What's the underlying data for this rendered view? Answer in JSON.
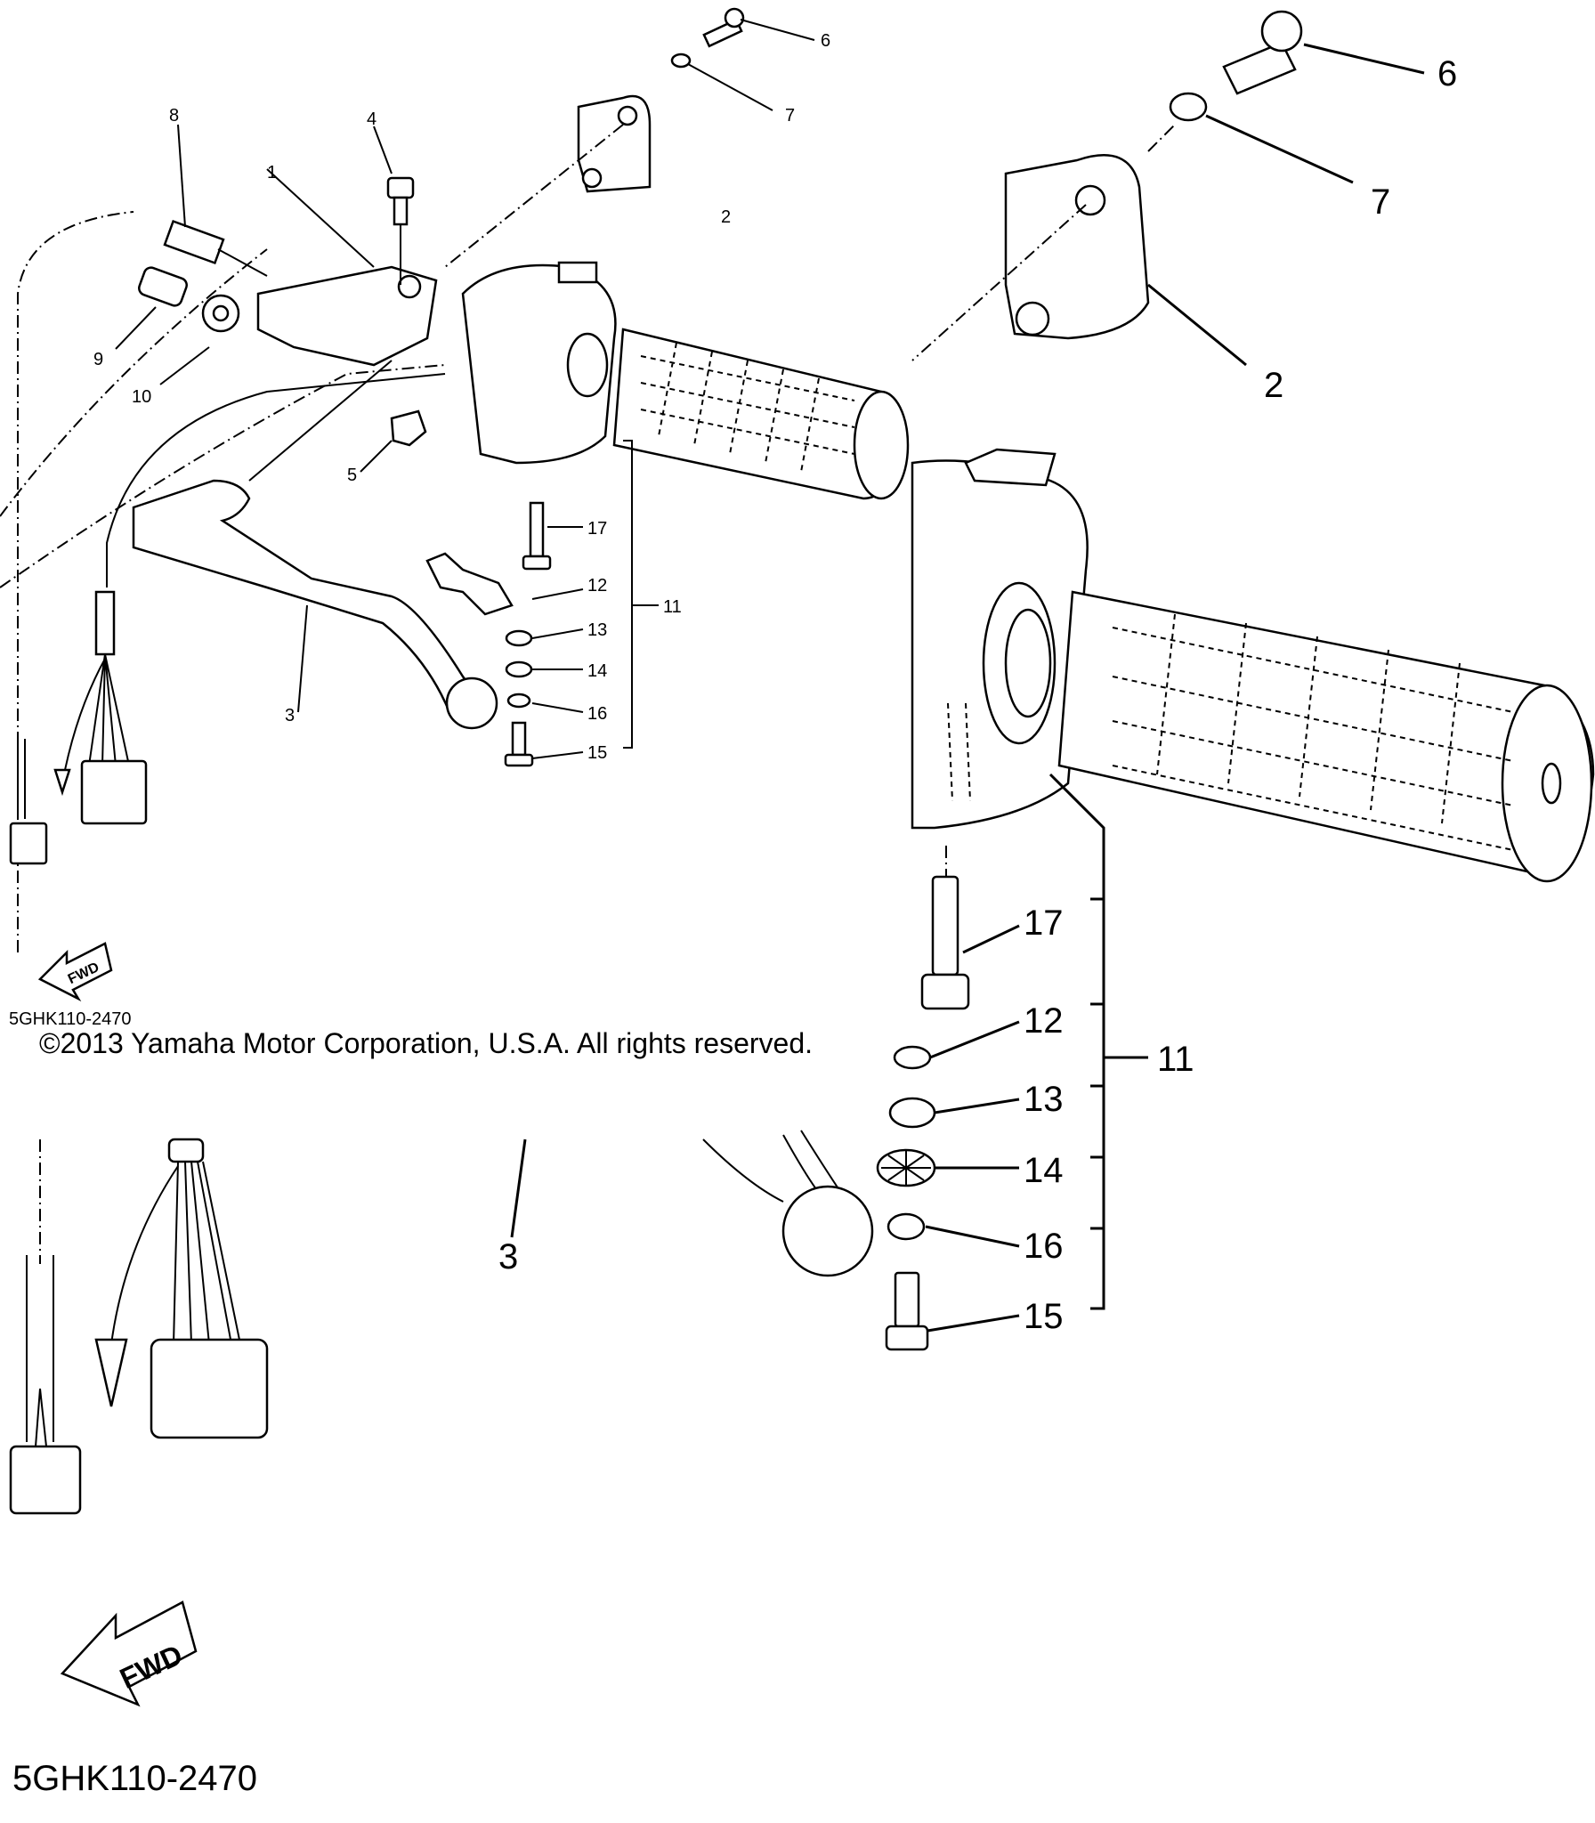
{
  "diagram_code_small": "5GHK110-2470",
  "diagram_code_large": "5GHK110-2470",
  "copyright": "©2013 Yamaha Motor Corporation, U.S.A. All rights reserved.",
  "fwd_label": "FWD",
  "callouts_small": [
    "1",
    "2",
    "3",
    "4",
    "5",
    "6",
    "7",
    "8",
    "9",
    "10",
    "11",
    "12",
    "13",
    "14",
    "15",
    "16",
    "17"
  ],
  "callouts_large": [
    "2",
    "3",
    "6",
    "7",
    "11",
    "12",
    "13",
    "14",
    "15",
    "16",
    "17"
  ]
}
